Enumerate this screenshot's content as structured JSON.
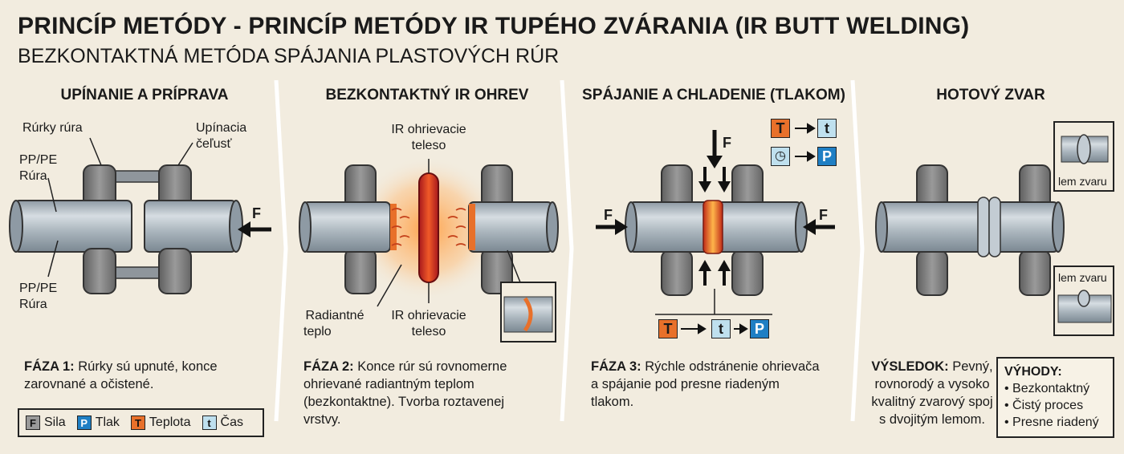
{
  "header": {
    "title": "PRINCÍP METÓDY - PRINCÍP METÓDY IR TUPÉHO ZVÁRANIA (IR BUTT WELDING)",
    "subtitle": "BEZKONTAKTNÁ METÓDA SPÁJANIA PLASTOVÝCH RÚR"
  },
  "phases": [
    {
      "title": "UPÍNANIE A PRÍPRAVA",
      "labels": {
        "tube_clamp": "Rúrky rúra",
        "clamp_jaw_1": "Upínacia",
        "clamp_jaw_2": "čeľusť",
        "pipe_top_1": "PP/PE",
        "pipe_top_2": "Rúra",
        "pipe_bottom_1": "PP/PE",
        "pipe_bottom_2": "Rúra",
        "force": "F"
      },
      "phase_label": "FÁZA 1:",
      "description_line1": " Rúrky sú upnuté, konce",
      "description_line2": "zarovnané a očistené."
    },
    {
      "title": "BEZKONTAKTNÝ IR OHREV",
      "labels": {
        "heater_top_1": "IR ohrievacie",
        "heater_top_2": "teleso",
        "radiant_1": "Radiantné",
        "radiant_2": "teplo",
        "heater_bottom_1": "IR ohrievacie",
        "heater_bottom_2": "teleso"
      },
      "phase_label": "FÁZA 2:",
      "description_line1": " Konce rúr sú rovnomerne",
      "description_line2": "ohrievané radiantným teplom",
      "description_line3": "(bezkontaktne). Tvorba roztavenej",
      "description_line4": "vrstvy."
    },
    {
      "title": "SPÁJANIE A CHLADENIE (TLAKOM)",
      "labels": {
        "force_top": "F",
        "force_left": "F",
        "force_right": "F",
        "sym_T": "T",
        "sym_t": "t",
        "sym_P": "P",
        "sym_clock": "◷"
      },
      "phase_label": "FÁZA 3:",
      "description_line1": " Rýchle odstránenie ohrievača",
      "description_line2": "a spájanie pod presne riadeným",
      "description_line3": "tlakom."
    },
    {
      "title": "HOTOVÝ ZVAR",
      "labels": {
        "bead_top": "lem zvaru",
        "bead_bottom": "lem zvaru"
      },
      "phase_label": "VÝSLEDOK:",
      "description_line1": " Pevný,",
      "description_line2": "rovnorodý a vysoko",
      "description_line3": "kvalitný zvarový spoj",
      "description_line4": "s dvojitým lemom."
    }
  ],
  "legend": [
    {
      "symbol": "F",
      "label": "Sila",
      "color": "#9a9a9a"
    },
    {
      "symbol": "P",
      "label": "Tlak",
      "color": "#1f7fc4"
    },
    {
      "symbol": "T",
      "label": "Teplota",
      "color": "#e8702a"
    },
    {
      "symbol": "t",
      "label": "Čas",
      "color": "#bfe0ee"
    }
  ],
  "advantages": {
    "heading": "VÝHODY:",
    "items": [
      "• Bezkontaktný",
      "• Čistý proces",
      "• Presne riadený"
    ]
  },
  "colors": {
    "background": "#f2ecdf",
    "pipe": "#a9b4bd",
    "clamp": "#7d7d7d",
    "heat": "#e8702a",
    "pressure": "#1f7fc4"
  }
}
